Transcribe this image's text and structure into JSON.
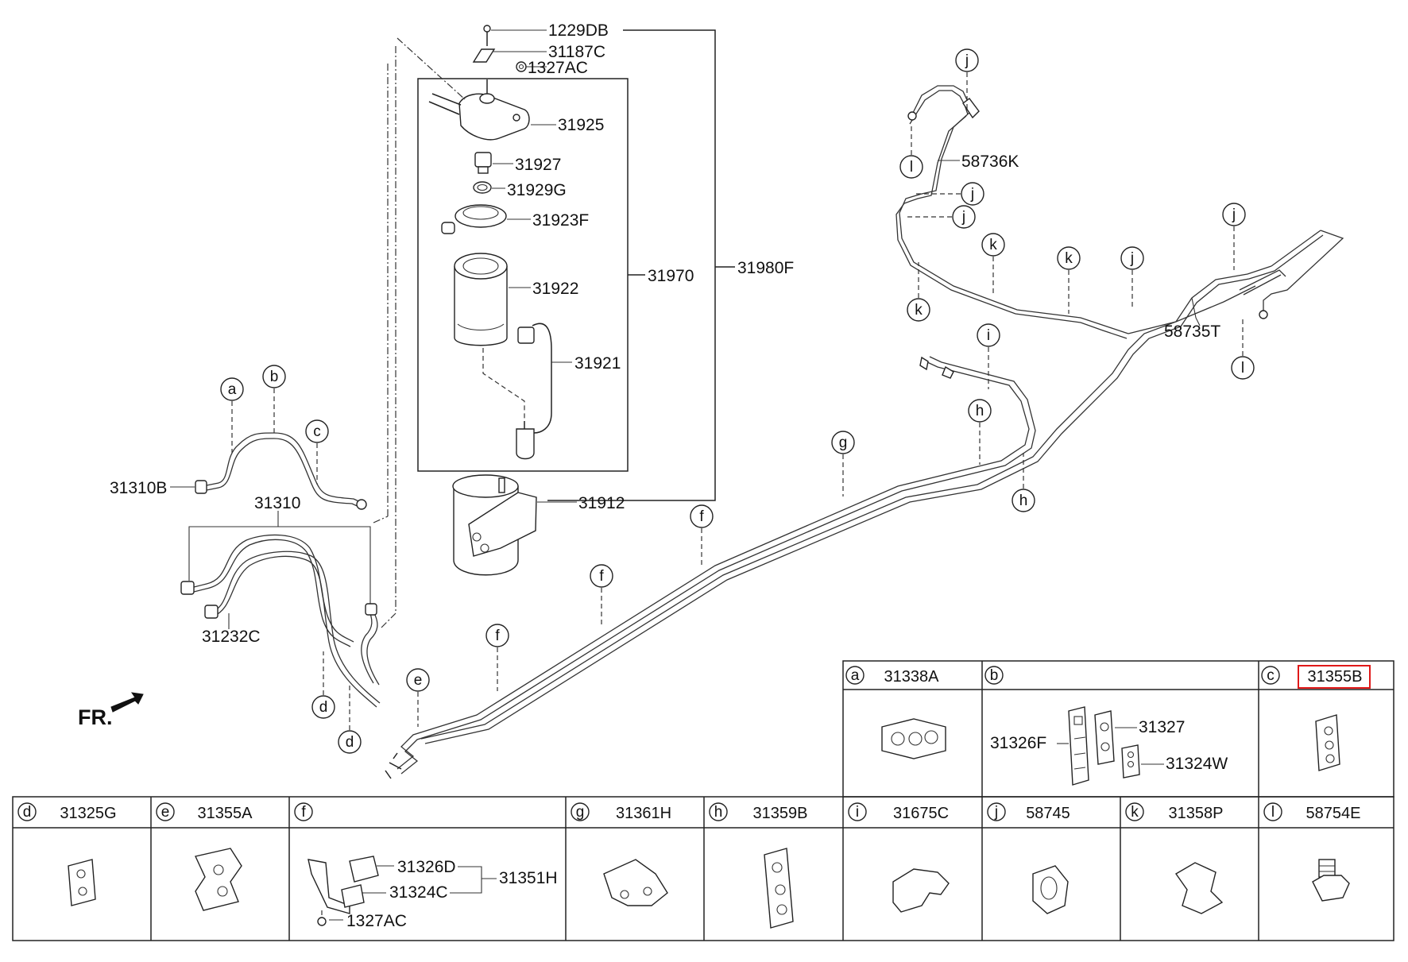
{
  "parts": {
    "p1229DB": "1229DB",
    "p31187C": "31187C",
    "p1327AC_top": "1327AC",
    "p31925": "31925",
    "p31927": "31927",
    "p31929G": "31929G",
    "p31923F": "31923F",
    "p31922": "31922",
    "p31970": "31970",
    "p31980F": "31980F",
    "p31921": "31921",
    "p31912": "31912",
    "p31310B": "31310B",
    "p31310": "31310",
    "p31232C": "31232C",
    "p58736K": "58736K",
    "p58735T": "58735T"
  },
  "front_label": "FR.",
  "callouts": {
    "a": "a",
    "b": "b",
    "c": "c",
    "d": "d",
    "e": "e",
    "f": "f",
    "g": "g",
    "h": "h",
    "i": "i",
    "j": "j",
    "k": "k",
    "l": "l"
  },
  "table": {
    "top_row": [
      {
        "letter": "a",
        "part": "31338A",
        "highlighted": false
      },
      {
        "letter": "b",
        "part": "",
        "highlighted": false
      },
      {
        "letter": "c",
        "part": "31355B",
        "highlighted": true
      }
    ],
    "b_parts": {
      "p31326F": "31326F",
      "p31327": "31327",
      "p31324W": "31324W"
    },
    "bottom_row": [
      {
        "letter": "d",
        "part": "31325G"
      },
      {
        "letter": "e",
        "part": "31355A"
      },
      {
        "letter": "f",
        "part": ""
      },
      {
        "letter": "g",
        "part": "31361H"
      },
      {
        "letter": "h",
        "part": "31359B"
      },
      {
        "letter": "i",
        "part": "31675C"
      },
      {
        "letter": "j",
        "part": "58745"
      },
      {
        "letter": "k",
        "part": "31358P"
      },
      {
        "letter": "l",
        "part": "58754E"
      }
    ],
    "f_parts": {
      "p31326D": "31326D",
      "p31324C": "31324C",
      "p31351H": "31351H",
      "p1327AC": "1327AC"
    }
  },
  "colors": {
    "line": "#222222",
    "highlight": "#e01818"
  }
}
